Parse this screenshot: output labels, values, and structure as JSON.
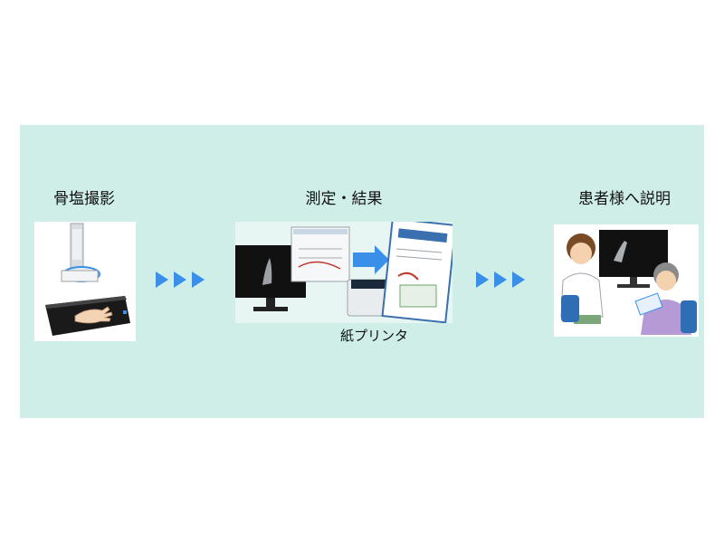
{
  "steps": [
    {
      "label": "骨塩撮影"
    },
    {
      "label": "測定・結果"
    },
    {
      "label": "患者様へ説明"
    }
  ],
  "printer_caption": "紙プリンタ",
  "colors": {
    "panel_bg": "#cfeee8",
    "arrow": "#3a8fe8"
  }
}
